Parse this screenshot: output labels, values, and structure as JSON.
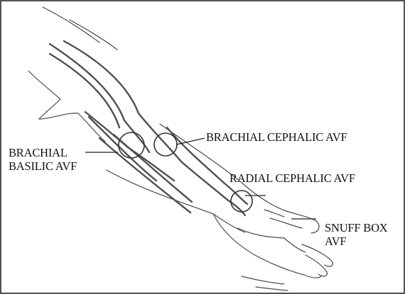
{
  "labels": {
    "brachial_basilic": {
      "line1": "BRACHIAL",
      "line2": "BASILIC AVF"
    },
    "brachial_cephalic": "BRACHIAL CEPHALIC AVF",
    "radial_cephalic": "RADIAL CEPHALIC AVF",
    "snuff_box": {
      "line1": "SNUFF BOX",
      "line2": "AVF"
    }
  },
  "colors": {
    "vein": "#505050",
    "outline": "#4a4a4a",
    "text": "#111111",
    "border": "#1a1a1a"
  }
}
